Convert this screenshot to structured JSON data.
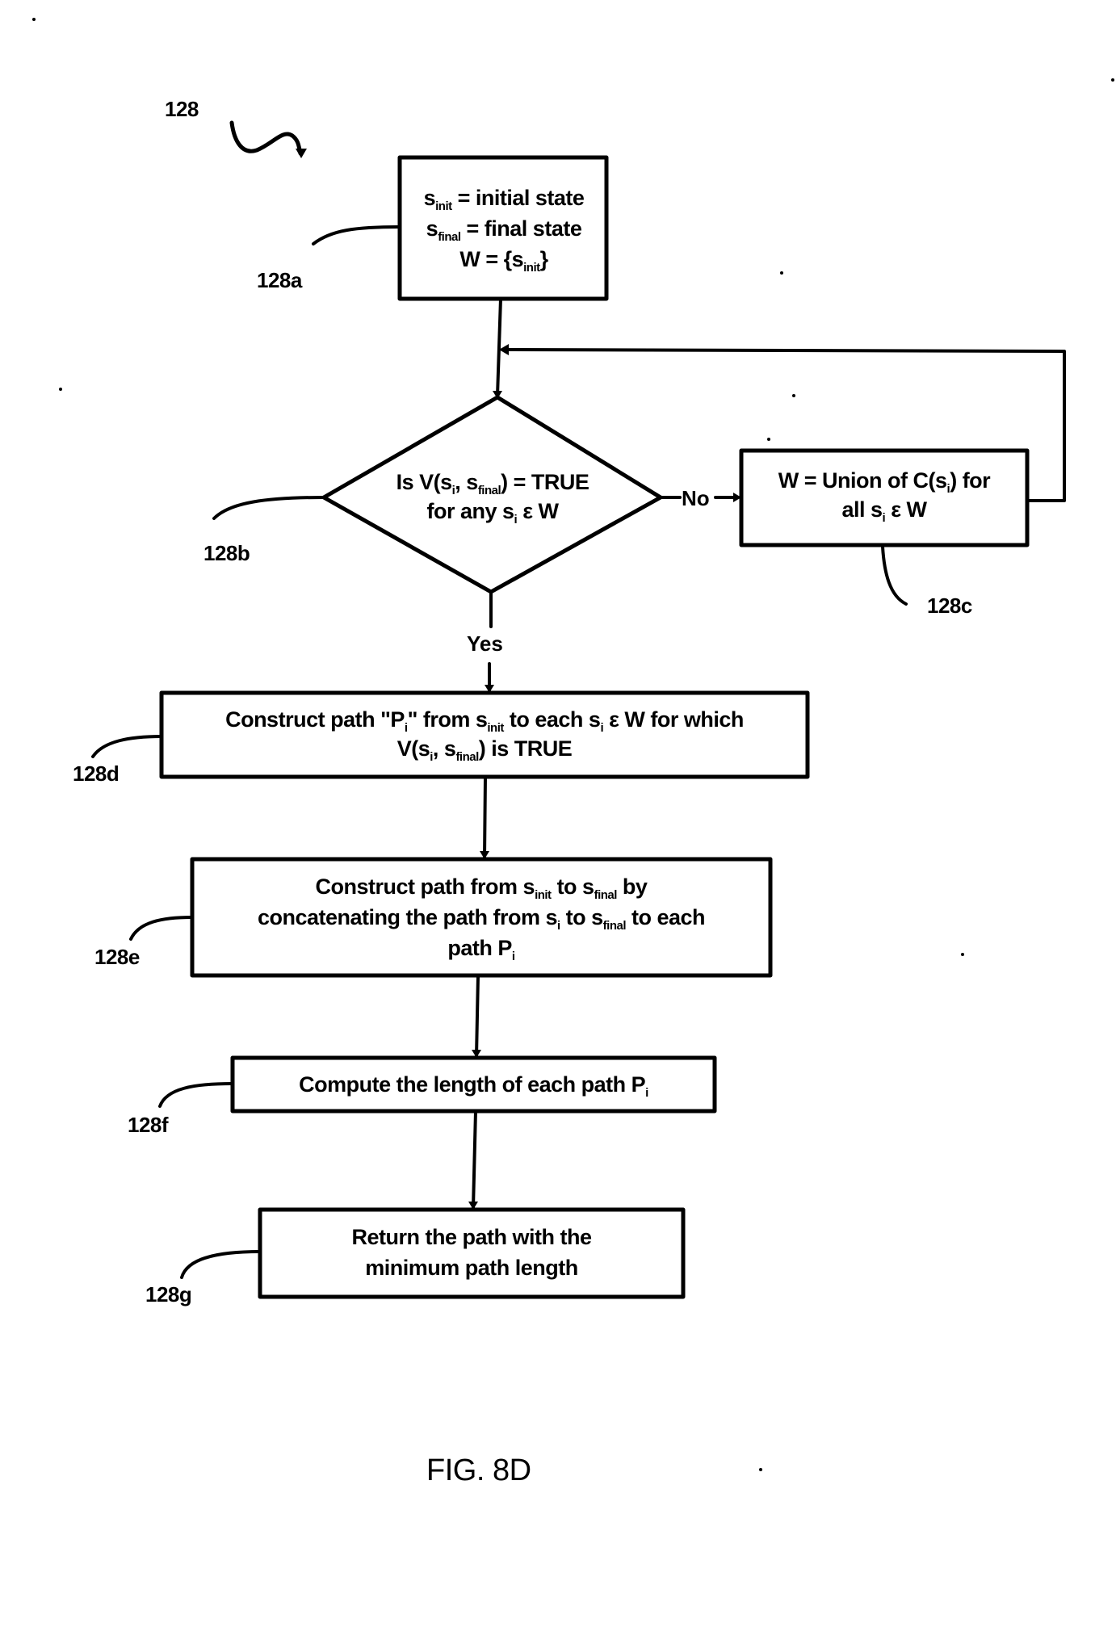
{
  "figure": {
    "reference_number": "128",
    "caption": "FIG. 8D"
  },
  "nodes": {
    "init": {
      "ref": "128a",
      "shape": "process",
      "lines": [
        [
          {
            "t": "s"
          },
          {
            "sub": "init"
          },
          {
            "t": " = initial state"
          }
        ],
        [
          {
            "t": "s"
          },
          {
            "sub": "final"
          },
          {
            "t": " = final state"
          }
        ],
        [
          {
            "t": "W = {s"
          },
          {
            "sub": "init"
          },
          {
            "t": "}"
          }
        ]
      ]
    },
    "decision": {
      "ref": "128b",
      "shape": "decision",
      "lines": [
        [
          {
            "t": "Is V(s"
          },
          {
            "sub": "i"
          },
          {
            "t": ", s"
          },
          {
            "sub": "final"
          },
          {
            "t": ") = TRUE"
          }
        ],
        [
          {
            "t": "for any s"
          },
          {
            "sub": "i"
          },
          {
            "t": " ε W"
          }
        ]
      ]
    },
    "union": {
      "ref": "128c",
      "shape": "process",
      "lines": [
        [
          {
            "t": "W = Union of C(s"
          },
          {
            "sub": "i"
          },
          {
            "t": ") for"
          }
        ],
        [
          {
            "t": "all s"
          },
          {
            "sub": "i"
          },
          {
            "t": " ε W"
          }
        ]
      ]
    },
    "construct_pi": {
      "ref": "128d",
      "shape": "process",
      "lines": [
        [
          {
            "t": "Construct path \"P"
          },
          {
            "sub": "i"
          },
          {
            "t": "\" from s"
          },
          {
            "sub": "init"
          },
          {
            "t": " to each s"
          },
          {
            "sub": "i"
          },
          {
            "t": " ε W for which"
          }
        ],
        [
          {
            "t": "V(s"
          },
          {
            "sub": "i"
          },
          {
            "t": ", s"
          },
          {
            "sub": "final"
          },
          {
            "t": ") is TRUE"
          }
        ]
      ]
    },
    "concatenate": {
      "ref": "128e",
      "shape": "process",
      "lines": [
        [
          {
            "t": "Construct path from s"
          },
          {
            "sub": "init"
          },
          {
            "t": " to s"
          },
          {
            "sub": "final"
          },
          {
            "t": " by"
          }
        ],
        [
          {
            "t": "concatenating the path from s"
          },
          {
            "sub": "i"
          },
          {
            "t": " to s"
          },
          {
            "sub": "final"
          },
          {
            "t": " to each"
          }
        ],
        [
          {
            "t": "path P"
          },
          {
            "sub": "i"
          }
        ]
      ]
    },
    "compute_length": {
      "ref": "128f",
      "shape": "process",
      "lines": [
        [
          {
            "t": "Compute the length of each path P"
          },
          {
            "sub": "i"
          }
        ]
      ]
    },
    "return_min": {
      "ref": "128g",
      "shape": "process",
      "lines": [
        [
          {
            "t": "Return the path with the"
          }
        ],
        [
          {
            "t": "minimum path length"
          }
        ]
      ]
    }
  },
  "edges": [
    {
      "from": "init",
      "to": "decision",
      "label": ""
    },
    {
      "from": "decision",
      "to": "union",
      "label": "No"
    },
    {
      "from": "union",
      "to": "decision",
      "label": ""
    },
    {
      "from": "decision",
      "to": "construct_pi",
      "label": "Yes"
    },
    {
      "from": "construct_pi",
      "to": "concatenate",
      "label": ""
    },
    {
      "from": "concatenate",
      "to": "compute_length",
      "label": ""
    },
    {
      "from": "compute_length",
      "to": "return_min",
      "label": ""
    }
  ],
  "edge_labels": {
    "no": "No",
    "yes": "Yes"
  }
}
